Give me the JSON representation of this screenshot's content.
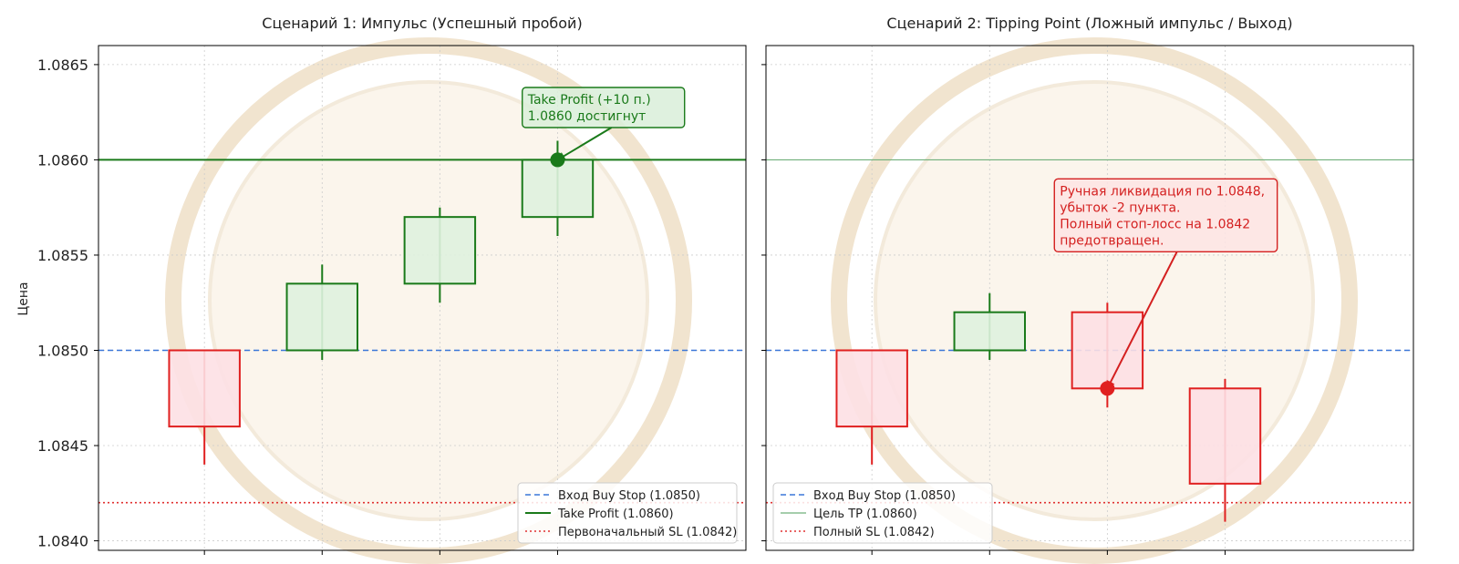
{
  "figure": {
    "ylabel": "Цена"
  },
  "chart_data": [
    {
      "type": "candlestick",
      "title": "Сценарий 1: Импульс (Успешный пробой)",
      "ylabel": "Цена",
      "ylim": [
        1.08395,
        1.0866
      ],
      "xlim": [
        -0.9,
        4.6
      ],
      "yticks": [
        "1.0840",
        "1.0845",
        "1.0850",
        "1.0855",
        "1.0860",
        "1.0865"
      ],
      "ytick_values": [
        1.084,
        1.0845,
        1.085,
        1.0855,
        1.086,
        1.0865
      ],
      "grid": true,
      "candles": [
        {
          "x": 0,
          "open": 1.085,
          "high": 1.085,
          "low": 1.0844,
          "close": 1.0846
        },
        {
          "x": 1,
          "open": 1.085,
          "high": 1.08545,
          "low": 1.08495,
          "close": 1.08535
        },
        {
          "x": 2,
          "open": 1.08535,
          "high": 1.08575,
          "low": 1.08525,
          "close": 1.0857
        },
        {
          "x": 3,
          "open": 1.0857,
          "high": 1.0861,
          "low": 1.0856,
          "close": 1.086
        }
      ],
      "hlines": [
        {
          "y": 1.085,
          "style": "dashed",
          "color": "#3a76d8",
          "label": "Вход Buy Stop (1.0850)"
        },
        {
          "y": 1.086,
          "style": "solid",
          "color": "#1a7a1a",
          "label": "Take Profit (1.0860)"
        },
        {
          "y": 1.0842,
          "style": "dotted",
          "color": "#e03030",
          "label": "Первоначальный SL (1.0842)"
        }
      ],
      "marker": {
        "x": 3,
        "y": 1.086,
        "color": "#1a7a1a"
      },
      "annotation": {
        "lines": [
          "Take Profit (+10 п.)",
          "1.0860 достигнут"
        ],
        "color": "#1a7a1a",
        "bg": "#d9eed9",
        "x": 2.7,
        "y": 1.08638
      },
      "legend": "bottom-right"
    },
    {
      "type": "candlestick",
      "title": "Сценарий 2: Tipping Point (Ложный импульс / Выход)",
      "ylabel": "",
      "ylim": [
        1.08395,
        1.0866
      ],
      "xlim": [
        -0.9,
        4.6
      ],
      "grid": true,
      "candles": [
        {
          "x": 0,
          "open": 1.085,
          "high": 1.085,
          "low": 1.0844,
          "close": 1.0846
        },
        {
          "x": 1,
          "open": 1.085,
          "high": 1.0853,
          "low": 1.08495,
          "close": 1.0852
        },
        {
          "x": 2,
          "open": 1.0852,
          "high": 1.08525,
          "low": 1.0847,
          "close": 1.0848
        },
        {
          "x": 3,
          "open": 1.0848,
          "high": 1.08485,
          "low": 1.0841,
          "close": 1.0843
        }
      ],
      "hlines": [
        {
          "y": 1.085,
          "style": "dashed",
          "color": "#3a76d8",
          "label": "Вход Buy Stop (1.0850)"
        },
        {
          "y": 1.086,
          "style": "thin",
          "color": "#6fb07a",
          "label": "Цель TP (1.0860)"
        },
        {
          "y": 1.0842,
          "style": "dotted",
          "color": "#e03030",
          "label": "Полный SL (1.0842)"
        }
      ],
      "marker": {
        "x": 2,
        "y": 1.0848,
        "color": "#e02020"
      },
      "annotation": {
        "lines": [
          "Ручная ликвидация по 1.0848,",
          "убыток -2 пункта.",
          "Полный стоп-лосс на 1.0842",
          "предотвращен."
        ],
        "color": "#d42020",
        "bg": "#fde4e4",
        "x": 1.55,
        "y": 1.0859
      },
      "legend": "bottom-left"
    }
  ],
  "colors": {
    "bull_edge": "#1a7a1a",
    "bull_fill": "#dff2df",
    "bear_edge": "#e02020",
    "bear_fill": "#fde0e4",
    "grid": "#cccccc",
    "axis": "#000000"
  }
}
